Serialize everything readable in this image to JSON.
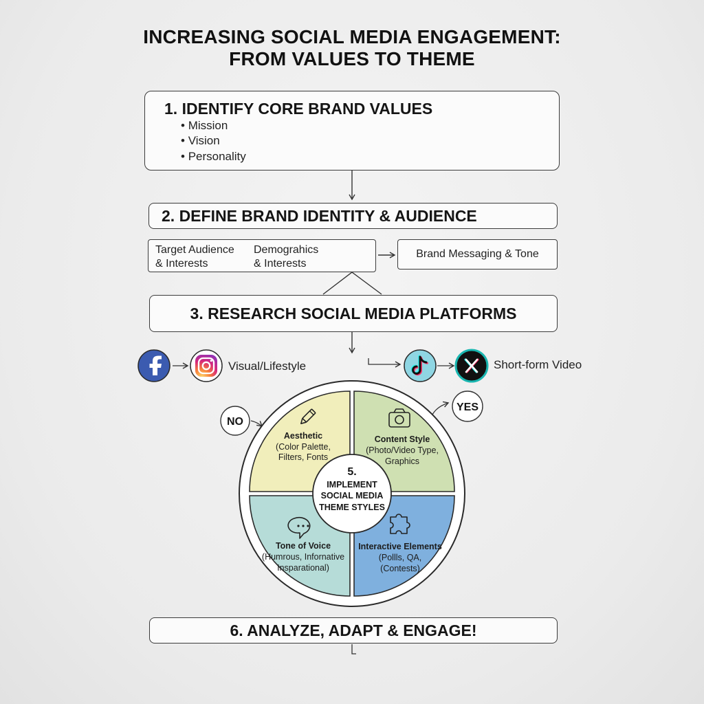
{
  "title": {
    "line1": "INCREASING SOCIAL MEDIA ENGAGEMENT:",
    "line2": "FROM VALUES TO THEME"
  },
  "step1": {
    "title": "1. IDENTIFY CORE BRAND VALUES",
    "bullets": [
      "Mission",
      "Vision",
      "Personality"
    ]
  },
  "step2": {
    "title": "2. DEFINE BRAND IDENTITY & AUDIENCE",
    "audience_line1": "Target Audience",
    "audience_line2": "& Interests",
    "demo_line1": "Demograhics",
    "demo_line2": "& Interests",
    "messaging": "Brand Messaging & Tone"
  },
  "step3": {
    "title": "3. RESEARCH SOCIAL MEDIA PLATFORMS",
    "left_label": "Visual/Lifestyle",
    "right_label": "Short-form Video"
  },
  "decisions": {
    "no": "NO",
    "yes": "YES"
  },
  "wheel": {
    "center_line1": "5.",
    "center_line2": "IMPLEMENT",
    "center_line3": "SOCIAL MEDIA",
    "center_line4": "THEME STYLES",
    "aesthetic_title": "Aesthetic",
    "aesthetic_line1": "(Color Palette,",
    "aesthetic_line2": "Filters, Fonts",
    "content_title": "Content Style",
    "content_line1": "(Photo/Video Type,",
    "content_line2": "Graphics",
    "tone_title": "Tone of Voice",
    "tone_line1": "(Humrous, Infornative",
    "tone_line2": "Insparational)",
    "interactive_title": "Interactive Elements",
    "interactive_line1": "(Pollls, QA,",
    "interactive_line2": "(Contests)",
    "colors": {
      "aesthetic": "#f1eebb",
      "content": "#cfe0b2",
      "tone": "#b6dcd8",
      "interactive": "#7fb0de"
    }
  },
  "step6": {
    "title": "6. ANALYZE, ADAPT & ENGAGE!"
  },
  "icons": {
    "facebook": "facebook-icon",
    "instagram": "instagram-icon",
    "tiktok": "tiktok-icon",
    "x": "x-icon",
    "pencil": "pencil-icon",
    "camera": "camera-icon",
    "speech": "speech-bubble-icon",
    "puzzle": "puzzle-icon"
  },
  "brand_colors": {
    "facebook": "#3b5bb0",
    "x_ring": "#19b6b0"
  }
}
